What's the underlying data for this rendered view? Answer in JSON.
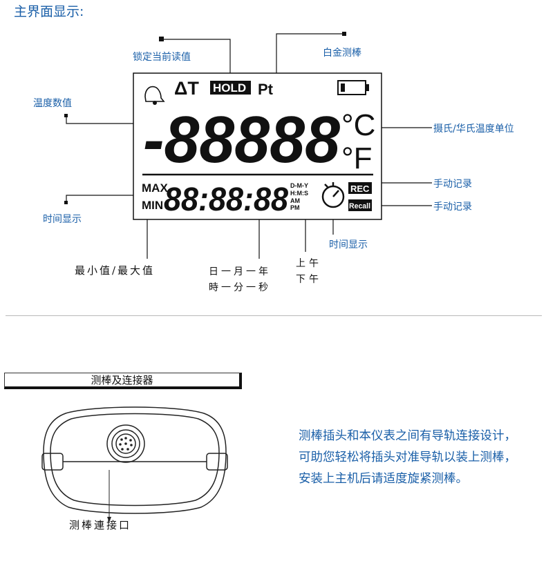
{
  "page_title": "主界面显示:",
  "labels": {
    "lock_value": "锁定当前读值",
    "platinum_probe": "白金测棒",
    "temp_value": "温度数值",
    "unit": "摄氏/华氏温度单位",
    "manual_record_1": "手动记录",
    "manual_record_2": "手动记录",
    "time_display_left": "时间显示",
    "time_display_right": "时间显示",
    "min_max": "最小值/最大值",
    "date_line": "日一月一年",
    "time_line": "時一分一秒",
    "am": "上午",
    "pm": "下午"
  },
  "lcd": {
    "delta_t": "ΔT",
    "hold": "HOLD",
    "pt": "Pt",
    "main_reading": "-88888",
    "deg_c": "°C",
    "deg_f": "°F",
    "max": "MAX",
    "min": "MIN",
    "time_reading": "88:88:88",
    "dmy": "D-M-Y",
    "hms": "H:M:S",
    "am": "AM",
    "pm": "PM",
    "rec": "REC",
    "recall": "Recall"
  },
  "section_title": "测棒及连接器",
  "connector_label": "测棒連接口",
  "description": "测棒插头和本仪表之间有导轨连接设计，可助您轻松将插头对准导轨以装上测棒，安装上主机后请适度旋紧测棒。"
}
